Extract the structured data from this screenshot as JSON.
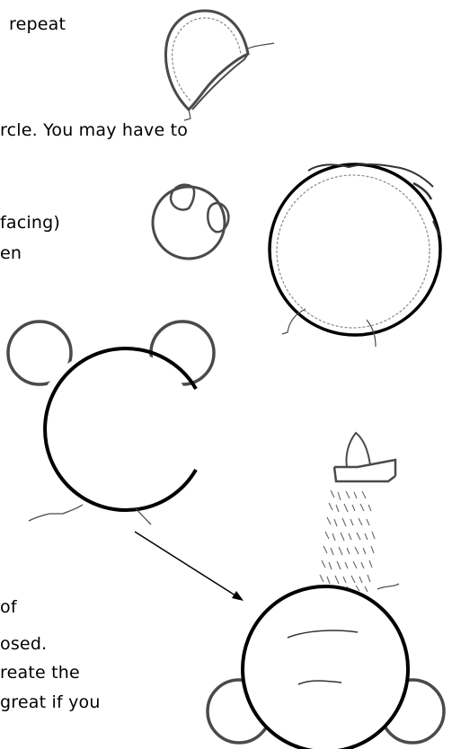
{
  "text_fragments": [
    "repeat",
    "rcle. You may have to",
    "facing)",
    "en",
    "of",
    "osed.",
    "reate the",
    "great if you"
  ],
  "colors": {
    "background": "#ffffff",
    "ink": "#000000",
    "sketch": "#4a4a4a",
    "dashed": "#8a8a8a",
    "shading": "#666666"
  }
}
